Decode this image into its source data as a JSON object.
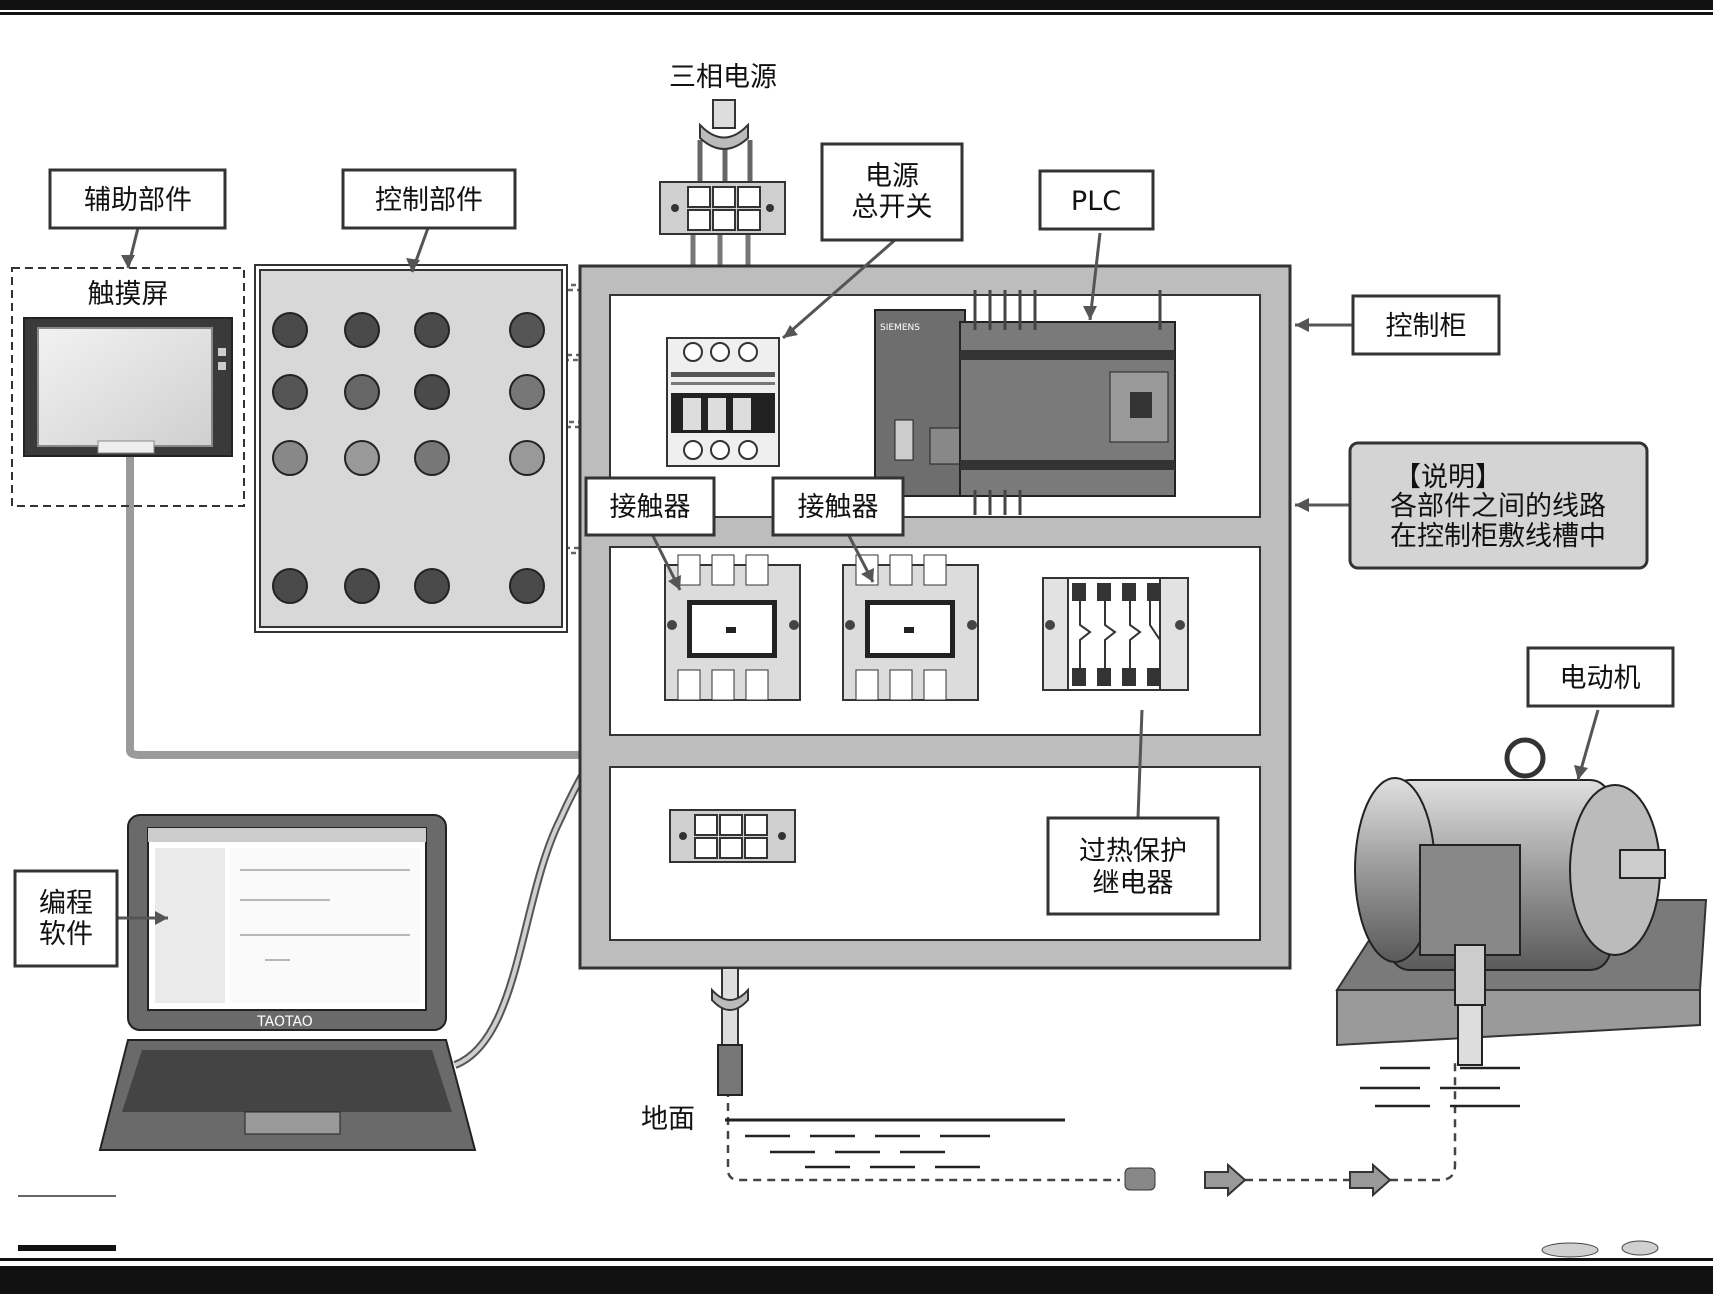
{
  "labels": {
    "three_phase_power": "三相电源",
    "aux_parts": "辅助部件",
    "control_parts": "控制部件",
    "main_switch_line1": "电源",
    "main_switch_line2": "总开关",
    "plc": "PLC",
    "touch_screen": "触摸屏",
    "control_cabinet": "控制柜",
    "note_title": "【说明】",
    "note_line1": "各部件之间的线路",
    "note_line2": "在控制柜敷线槽中",
    "contactor_1": "接触器",
    "contactor_2": "接触器",
    "motor": "电动机",
    "overheat_line1": "过热保护",
    "overheat_line2": "继电器",
    "programming_line1": "编程",
    "programming_line2": "软件",
    "ground": "地面",
    "laptop_brand": "TAOTAO",
    "plc_brand": "SIEMENS"
  },
  "colors": {
    "cabinet_frame": "#bdbdbd",
    "button": "#4a4a4a",
    "plc_body": "#6e6e6e",
    "outline": "#333333"
  }
}
